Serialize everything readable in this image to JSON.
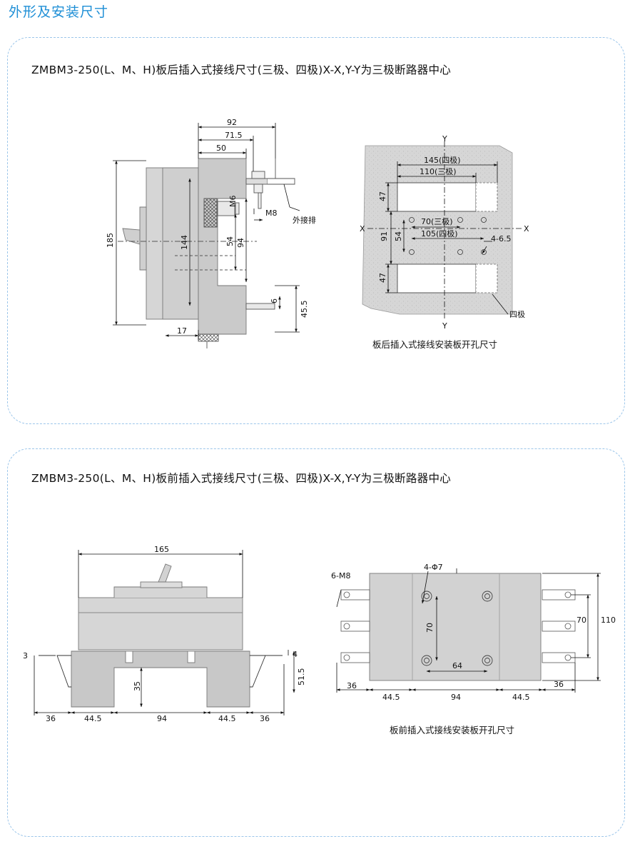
{
  "page_title": "外形及安装尺寸",
  "section1": {
    "heading": "ZMBM3-250(L、M、H)板后插入式接线尺寸(三极、四极)X-X,Y-Y为三极断路器中心",
    "side_view": {
      "dims": {
        "d92": "92",
        "d71_5": "71.5",
        "d50": "50",
        "d185": "185",
        "d144": "144",
        "dM6": "M6",
        "d54": "54",
        "d94": "94",
        "dM8": "M8",
        "d6": "6",
        "d45_5": "45.5",
        "d17": "17"
      },
      "external_bar_label": "外接排"
    },
    "hole_diagram": {
      "axis_y": "Y",
      "axis_x": "X",
      "dims": {
        "d145": "145(四极)",
        "d110": "110(三极)",
        "d47a": "47",
        "d70": "70(三极)",
        "d105": "105(四极)",
        "d91": "91",
        "d54": "54",
        "d4_6_5": "4-6.5",
        "d47b": "47"
      },
      "four_pole_label": "四极"
    },
    "caption": "板后插入式接线安装板开孔尺寸"
  },
  "section2": {
    "heading": "ZMBM3-250(L、M、H)板前插入式接线尺寸(三极、四极)X-X,Y-Y为三极断路器中心",
    "side_view": {
      "dims": {
        "d165": "165",
        "d3": "3",
        "d4": "4",
        "d35": "35",
        "d51_5": "51.5",
        "b36a": "36",
        "b44_5a": "44.5",
        "b94": "94",
        "b44_5b": "44.5",
        "b36b": "36"
      }
    },
    "top_view": {
      "dims": {
        "d6M8": "6-M8",
        "d4phi7": "4-Φ7",
        "d70a": "70",
        "d64": "64",
        "d110": "110",
        "d70b": "70",
        "b36a": "36",
        "b44_5a": "44.5",
        "b94": "94",
        "b44_5b": "44.5",
        "b36b": "36"
      }
    },
    "caption": "板前插入式接线安装板开孔尺寸"
  },
  "colors": {
    "panel_gray": "#d2d2d2",
    "border_dash": "#9cc6ea",
    "title_blue": "#1f8fd6",
    "hatch": "#f2f2f2"
  }
}
